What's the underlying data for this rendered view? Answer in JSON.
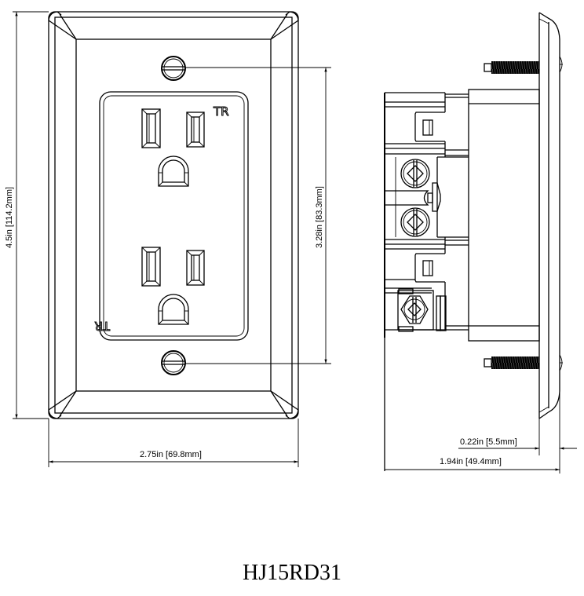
{
  "drawing": {
    "model": "HJ15RD31",
    "front_view": {
      "label_top": "TR",
      "label_bottom": "TR"
    },
    "dimensions": {
      "height": "4.5in [114.2mm]",
      "screw_spacing": "3.28in [83.3mm]",
      "width": "2.75in [69.8mm]",
      "plate_thickness": "0.22in [5.5mm]",
      "depth": "1.94in [49.4mm]"
    }
  }
}
